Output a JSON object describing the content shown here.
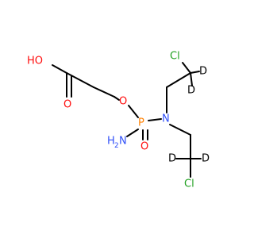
{
  "molecule": {
    "atom_labels": {
      "ho": "HO",
      "o_carbonyl": "O",
      "o_ester": "O",
      "p": "P",
      "o_phosphoryl": "O",
      "n": "N",
      "nh2_n": "N",
      "nh2_h": "H",
      "nh2_sub": "2",
      "cl_top": "Cl",
      "cl_bottom": "Cl",
      "d_top_1": "D",
      "d_top_2": "D",
      "d_bottom_1": "D",
      "d_bottom_2": "D"
    },
    "colors": {
      "bond": "#000000",
      "oxygen": "#ff0d0d",
      "nitrogen": "#3050f8",
      "phosphorus": "#ff8000",
      "chlorine": "#1fa01f",
      "deuterium": "#000000"
    }
  }
}
